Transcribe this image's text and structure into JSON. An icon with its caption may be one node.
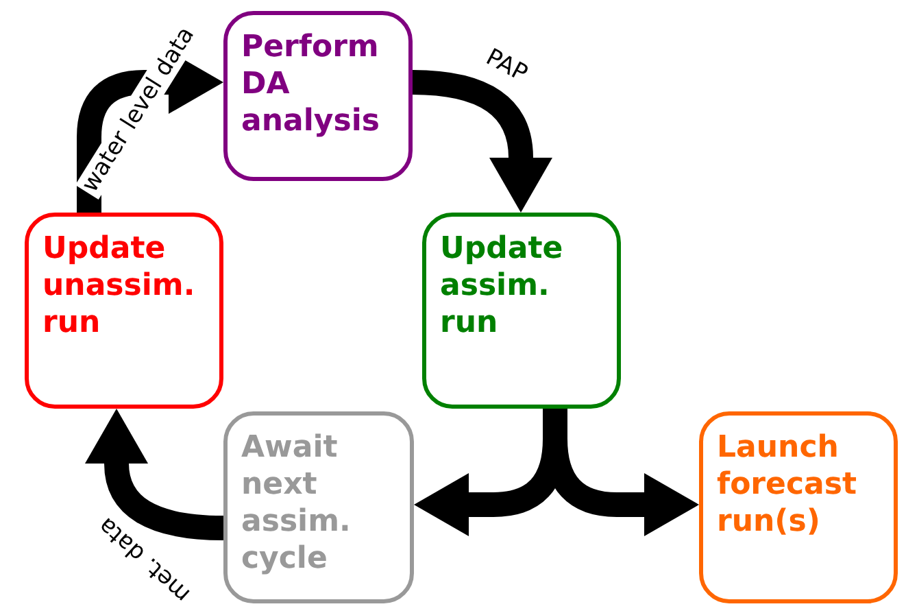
{
  "diagram": {
    "nodes": [
      {
        "text": [
          "Perform DA analysis"
        ]
      },
      {
        "text": [
          "Update assim. run"
        ]
      },
      {
        "text": [
          "Launch forecast run(s)"
        ]
      },
      {
        "text": [
          "Await next assim. cycle"
        ]
      },
      {
        "text": [
          "Update unassim. run"
        ]
      }
    ],
    "edges": [
      {
        "from": 4,
        "to": 0,
        "arrow": "to",
        "label": "water level data"
      },
      {
        "from": 0,
        "to": 1,
        "arrow": "to",
        "label": "PAP"
      },
      {
        "from": 1,
        "to": 2,
        "arrow": "to"
      },
      {
        "from": 1,
        "to": 3,
        "arrow": "to"
      },
      {
        "from": 3,
        "to": 4,
        "arrow": "to",
        "label": "met. data"
      }
    ]
  }
}
